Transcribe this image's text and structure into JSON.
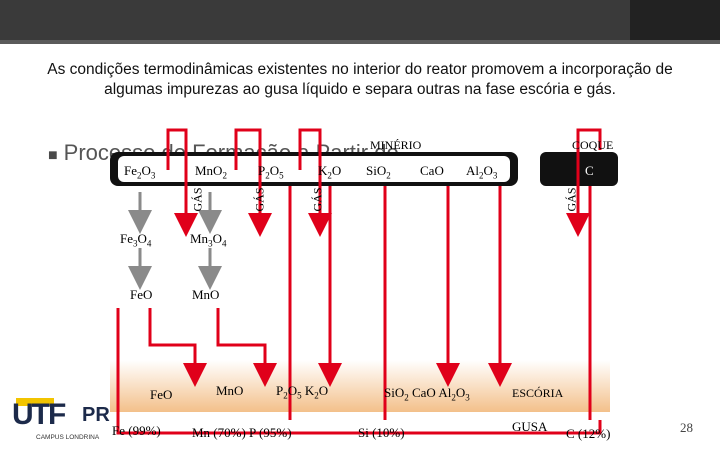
{
  "intro": {
    "line1": "As condições termodinâmicas existentes no interior do reator promovem a incorporação de",
    "line2": "algumas impurezas ao gusa líquido e separa outras na fase escória e gás."
  },
  "bullet": {
    "text": "Processo de Formação a Partir do"
  },
  "headers": {
    "minerio": "MINÉRIO",
    "coque": "COQUE"
  },
  "species": {
    "fe2o3": "Fe2O3",
    "mno2": "MnO2",
    "p2o5": "P2O5",
    "k2o": "K2O",
    "sio2": "SiO2",
    "cao": "CaO",
    "al2o3": "Al2O3",
    "c": "C",
    "fe3o4": "Fe3O4",
    "mn3o4": "Mn3O4",
    "feo": "FeO",
    "mno": "MnO"
  },
  "gas_label": "GÁS",
  "bottom": {
    "feo": "FeO",
    "mno": "MnO",
    "p2o5_k2o": "P2O5 K2O",
    "slag_components": "SiO2 CaO Al2O3",
    "escoria": "ESCÓRIA",
    "gusa": "GUSA",
    "fe_pct": "Fe (99%)",
    "mn_p_pct": "Mn (70%) P (95%)",
    "si_pct": "Si (10%)",
    "c_pct": "C (12%)"
  },
  "logo": {
    "brand": "UTF",
    "region": "PR",
    "campus": "CAMPUS LONDRINA"
  },
  "page_number": "28",
  "colors": {
    "arrow": "#e0001a",
    "gray_arrow": "#8a8a8a",
    "slag_gradient": "#f3c08a",
    "topbar": "#3a3a3a"
  }
}
